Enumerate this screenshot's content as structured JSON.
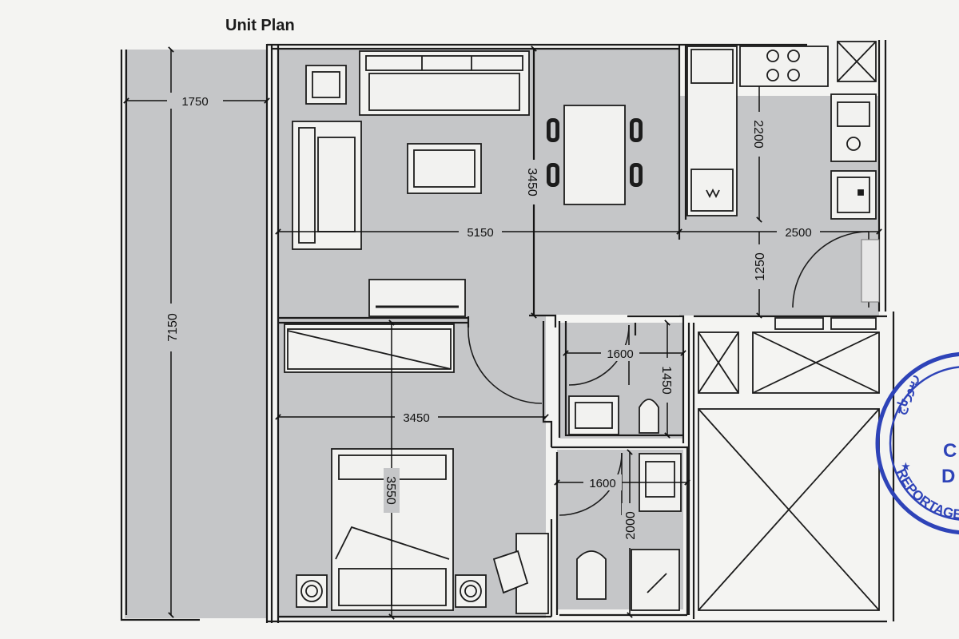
{
  "title": "Unit Plan",
  "dimensions": {
    "balcony_width": "1750",
    "balcony_depth": "7150",
    "living_width": "5150",
    "living_depth": "3450",
    "kitchen_length": "2200",
    "entry_width": "2500",
    "entry_depth": "1250",
    "bedroom_width": "3450",
    "bedroom_depth": "3550",
    "bath1_width": "1600",
    "bath1_depth": "1450",
    "bath2_width": "1600",
    "bath2_depth": "2000"
  },
  "stamp": {
    "letters_right": [
      "C",
      "D"
    ],
    "arc_text": "REPORTAGE",
    "arabic_text": "ريبورتاج"
  },
  "colors": {
    "paper": "#f4f4f2",
    "floor": "#c6c7c9",
    "line": "#1c1c1c",
    "stamp": "#2e43b8"
  }
}
